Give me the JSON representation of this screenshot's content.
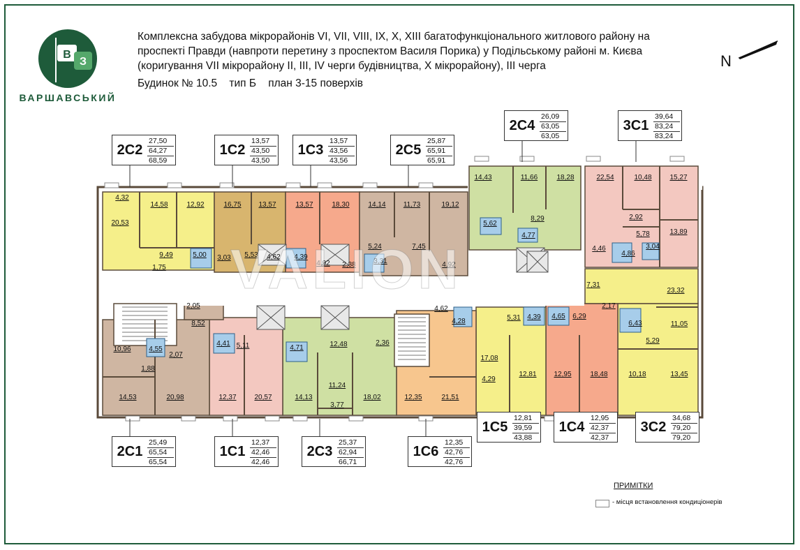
{
  "logo": {
    "letters": [
      "В",
      "З"
    ],
    "name": "ВАРШАВСЬКИЙ"
  },
  "header": {
    "lines": [
      "Комплексна забудова мікрорайонів VI, VII, VIII, IX, X, XIII багатофункціонального житлового району на",
      "проспекті Правди (навпроти перетину з проспектом Василя Порика) у Подільському районі м. Києва",
      "(коригування VII мікрорайону II, III, IV черги будівництва, X мікрорайону), III черга"
    ],
    "subtitle": "Будинок № 10.5    тип Б    план 3-15 поверхів"
  },
  "north_label": "N",
  "watermark": "VALION",
  "colors": {
    "yellow": "#f5ef8a",
    "tan": "#d8b56e",
    "salmon": "#f6a98c",
    "taupe": "#cfb6a2",
    "pale_orange": "#f7c68e",
    "green": "#cfe0a3",
    "pink": "#f3c8c0",
    "bath": "#a7cdea",
    "wall": "#5a4a3a",
    "brand": "#1e5b3a"
  },
  "apartment_tags": [
    {
      "code": "2С2",
      "values": [
        "27,50",
        "64,27",
        "68,59"
      ]
    },
    {
      "code": "1С2",
      "values": [
        "13,57",
        "43,50",
        "43,50"
      ]
    },
    {
      "code": "1С3",
      "values": [
        "13,57",
        "43,56",
        "43,56"
      ]
    },
    {
      "code": "2С5",
      "values": [
        "25,87",
        "65,91",
        "65,91"
      ]
    },
    {
      "code": "2С4",
      "values": [
        "26,09",
        "63,05",
        "63,05"
      ]
    },
    {
      "code": "3С1",
      "values": [
        "39,64",
        "83,24",
        "83,24"
      ]
    },
    {
      "code": "2С1",
      "values": [
        "25,49",
        "65,54",
        "65,54"
      ]
    },
    {
      "code": "1С1",
      "values": [
        "12,37",
        "42,46",
        "42,46"
      ]
    },
    {
      "code": "2С3",
      "values": [
        "25,37",
        "62,94",
        "66,71"
      ]
    },
    {
      "code": "1С6",
      "values": [
        "12,35",
        "42,76",
        "42,76"
      ]
    },
    {
      "code": "1С5",
      "values": [
        "12,81",
        "39,59",
        "43,88"
      ]
    },
    {
      "code": "1С4",
      "values": [
        "12,95",
        "42,37",
        "42,37"
      ]
    },
    {
      "code": "3С2",
      "values": [
        "34,68",
        "79,20",
        "79,20"
      ]
    }
  ],
  "room_areas": [
    "4,32",
    "20,53",
    "14,58",
    "12,92",
    "9,49",
    "1,75",
    "5,00",
    "16,75",
    "13,57",
    "3,03",
    "5,53",
    "4,62",
    "13,57",
    "18,30",
    "4,39",
    "4,92",
    "2,38",
    "14,14",
    "11,73",
    "19,12",
    "5,24",
    "7,45",
    "3,31",
    "4,92",
    "14,43",
    "11,66",
    "18,28",
    "5,62",
    "8,29",
    "4,77",
    "22,54",
    "10,48",
    "15,27",
    "2,92",
    "5,78",
    "13,89",
    "4,46",
    "4,86",
    "3,04",
    "7,31",
    "23,32",
    "2,17",
    "6,43",
    "11,05",
    "5,29",
    "13,45",
    "10,18",
    "2,05",
    "8,52",
    "10,96",
    "4,55",
    "2,07",
    "1,88",
    "14,53",
    "20,98",
    "4,41",
    "5,11",
    "12,37",
    "20,57",
    "4,71",
    "12,48",
    "2,36",
    "14,13",
    "11,24",
    "3,77",
    "18,02",
    "4,62",
    "4,28",
    "12,35",
    "21,51",
    "5,31",
    "4,39",
    "4,65",
    "6,29",
    "17,08",
    "4,29",
    "12,81",
    "12,95",
    "18,48"
  ],
  "notes": {
    "title": "ПРИМІТКИ",
    "legend": "- місця встановлення кондиціонерів"
  }
}
